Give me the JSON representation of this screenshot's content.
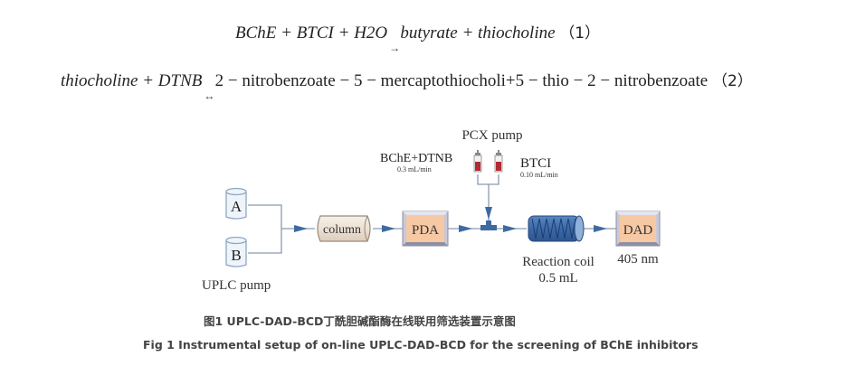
{
  "equations": [
    {
      "left": "BChE + BTCI + H2O",
      "arrow": "→",
      "right": "butyrate + thiocholine",
      "number": "（1）"
    },
    {
      "left": "thiocholine + DTNB",
      "arrow": "↔",
      "right": "2 − nitrobenzoate − 5 − mercaptothiocholi+5 − thio − 2 − nitrobenzoate",
      "number": "（2）"
    }
  ],
  "diagram": {
    "pcx_pump_label": "PCX pump",
    "reagent1_label": "BChE+DTNB",
    "reagent1_flow": "0.3 mL/min",
    "reagent2_label": "BTCI",
    "reagent2_flow": "0.10 mL/min",
    "solvent_a": "A",
    "solvent_b": "B",
    "uplc_pump_label": "UPLC pump",
    "column_label": "column",
    "pda_label": "PDA",
    "coil_label": "Reaction coil",
    "coil_volume": "0.5 mL",
    "dad_label": "DAD",
    "dad_wavelength": "405 nm",
    "colors": {
      "flow_line": "#7a94b5",
      "arrow": "#3f6aa0",
      "detector_fill": "#f6c8a4",
      "detector_frame": "#a5a5b8",
      "coil_fill": "#3c6aaa",
      "column_fill": "#efe5da",
      "syringe_liquid": "#b22a35"
    }
  },
  "captions": {
    "cn": "图1 UPLC-DAD-BCD丁酰胆碱酯酶在线联用筛选装置示意图",
    "en": "Fig 1 Instrumental setup of on-line UPLC-DAD-BCD for the screening of BChE inhibitors"
  }
}
